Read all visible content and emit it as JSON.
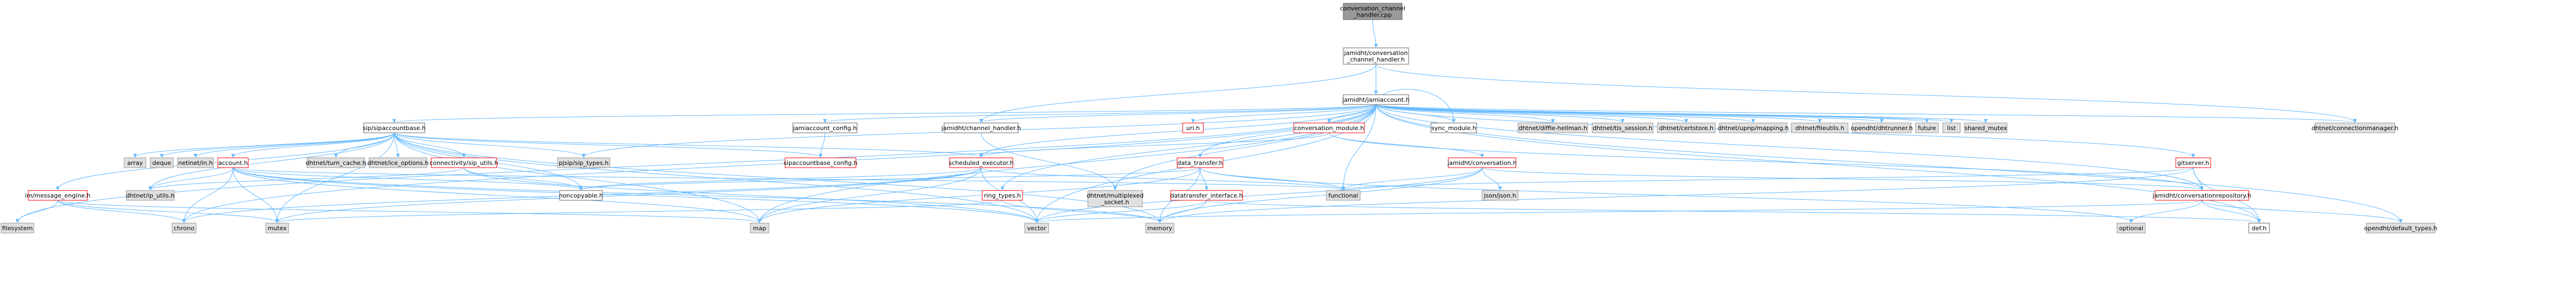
{
  "colors": {
    "root_fill": "#999999",
    "node_fill": "#ffffff",
    "node_stroke": "#666666",
    "linked_stroke": "#ff0000",
    "external_fill": "#e0e0e0",
    "external_stroke": "#999999",
    "edge": "#63b8ff"
  },
  "nodes": [
    {
      "id": "root",
      "label": "conversation_channel\n_handler.cpp",
      "kind": "root"
    },
    {
      "id": "cch_h",
      "label": "jamidht/conversation\n_channel_handler.h",
      "kind": "doc"
    },
    {
      "id": "jamiaccount_h",
      "label": "jamidht/jamiaccount.h",
      "kind": "doc"
    },
    {
      "id": "sipaccountbase",
      "label": "sip/sipaccountbase.h",
      "kind": "doc"
    },
    {
      "id": "jamiaccount_config",
      "label": "jamiaccount_config.h",
      "kind": "doc"
    },
    {
      "id": "jchannel_handler",
      "label": "jamidht/channel_handler.h",
      "kind": "doc"
    },
    {
      "id": "uri",
      "label": "uri.h",
      "kind": "linked"
    },
    {
      "id": "conv_module",
      "label": "conversation_module.h",
      "kind": "linked"
    },
    {
      "id": "sync_module",
      "label": "sync_module.h",
      "kind": "doc"
    },
    {
      "id": "dh",
      "label": "dhtnet/diffie-hellman.h",
      "kind": "ext"
    },
    {
      "id": "tls_session",
      "label": "dhtnet/tls_session.h",
      "kind": "ext"
    },
    {
      "id": "certstore",
      "label": "dhtnet/certstore.h",
      "kind": "ext"
    },
    {
      "id": "upnp",
      "label": "dhtnet/upnp/mapping.h",
      "kind": "ext"
    },
    {
      "id": "fileutils",
      "label": "dhtnet/fileutils.h",
      "kind": "ext"
    },
    {
      "id": "dhtrunner",
      "label": "opendht/dhtrunner.h",
      "kind": "ext"
    },
    {
      "id": "future",
      "label": "future",
      "kind": "ext"
    },
    {
      "id": "list",
      "label": "list",
      "kind": "ext"
    },
    {
      "id": "shared_mutex",
      "label": "shared_mutex",
      "kind": "ext"
    },
    {
      "id": "connmgr",
      "label": "dhtnet/connectionmanager.h",
      "kind": "ext"
    },
    {
      "id": "array",
      "label": "array",
      "kind": "ext"
    },
    {
      "id": "deque",
      "label": "deque",
      "kind": "ext"
    },
    {
      "id": "netinet_in",
      "label": "netinet/in.h",
      "kind": "ext"
    },
    {
      "id": "account_h",
      "label": "account.h",
      "kind": "linked"
    },
    {
      "id": "turn_cache",
      "label": "dhtnet/turn_cache.h",
      "kind": "ext"
    },
    {
      "id": "ice_options",
      "label": "dhtnet/ice_options.h",
      "kind": "ext"
    },
    {
      "id": "connectivity",
      "label": "connectivity/sip_utils.h",
      "kind": "linked"
    },
    {
      "id": "pjsip_types",
      "label": "pjsip/sip_types.h",
      "kind": "ext"
    },
    {
      "id": "sipaccountbase_config",
      "label": "sipaccountbase_config.h",
      "kind": "linked"
    },
    {
      "id": "scheduled_executor",
      "label": "scheduled_executor.h",
      "kind": "linked"
    },
    {
      "id": "data_transfer",
      "label": "data_transfer.h",
      "kind": "linked"
    },
    {
      "id": "jamidht_conversation",
      "label": "jamidht/conversation.h",
      "kind": "linked"
    },
    {
      "id": "gitserver",
      "label": "gitserver.h",
      "kind": "linked"
    },
    {
      "id": "im_message_engine",
      "label": "im/message_engine.h",
      "kind": "linked"
    },
    {
      "id": "ip_utils",
      "label": "dhtnet/ip_utils.h",
      "kind": "ext"
    },
    {
      "id": "noncopyable",
      "label": "noncopyable.h",
      "kind": "doc"
    },
    {
      "id": "multiplexed",
      "label": "dhtnet/multiplexed\n_socket.h",
      "kind": "ext"
    },
    {
      "id": "ring_types",
      "label": "ring_types.h",
      "kind": "linked"
    },
    {
      "id": "functional",
      "label": "functional",
      "kind": "ext"
    },
    {
      "id": "datatransfer_interface",
      "label": "datatransfer_interface.h",
      "kind": "linked"
    },
    {
      "id": "json",
      "label": "json/json.h",
      "kind": "ext"
    },
    {
      "id": "conv_repo",
      "label": "jamidht/conversationrepository.h",
      "kind": "linked"
    },
    {
      "id": "filesystem",
      "label": "filesystem",
      "kind": "ext"
    },
    {
      "id": "chrono",
      "label": "chrono",
      "kind": "ext"
    },
    {
      "id": "mutex",
      "label": "mutex",
      "kind": "ext"
    },
    {
      "id": "map",
      "label": "map",
      "kind": "ext"
    },
    {
      "id": "vector",
      "label": "vector",
      "kind": "ext"
    },
    {
      "id": "memory",
      "label": "memory",
      "kind": "ext"
    },
    {
      "id": "optional",
      "label": "optional",
      "kind": "ext"
    },
    {
      "id": "def_h",
      "label": "def.h",
      "kind": "doc"
    },
    {
      "id": "default_types",
      "label": "opendht/default_types.h",
      "kind": "ext"
    }
  ],
  "edges": [
    [
      "root",
      "cch_h"
    ],
    [
      "cch_h",
      "jamiaccount_h"
    ],
    [
      "cch_h",
      "jchannel_handler"
    ],
    [
      "cch_h",
      "connmgr"
    ],
    [
      "jamiaccount_h",
      "sipaccountbase"
    ],
    [
      "jamiaccount_h",
      "jamiaccount_config"
    ],
    [
      "jamiaccount_h",
      "jchannel_handler"
    ],
    [
      "jamiaccount_h",
      "uri"
    ],
    [
      "jamiaccount_h",
      "conv_module"
    ],
    [
      "jamiaccount_h",
      "sync_module"
    ],
    [
      "jamiaccount_h",
      "dh"
    ],
    [
      "jamiaccount_h",
      "tls_session"
    ],
    [
      "jamiaccount_h",
      "certstore"
    ],
    [
      "jamiaccount_h",
      "upnp"
    ],
    [
      "jamiaccount_h",
      "fileutils"
    ],
    [
      "jamiaccount_h",
      "dhtrunner"
    ],
    [
      "jamiaccount_h",
      "future"
    ],
    [
      "jamiaccount_h",
      "list"
    ],
    [
      "jamiaccount_h",
      "shared_mutex"
    ],
    [
      "jamiaccount_h",
      "connmgr"
    ],
    [
      "jamiaccount_h",
      "gitserver"
    ],
    [
      "jamiaccount_h",
      "scheduled_executor"
    ],
    [
      "jamiaccount_h",
      "data_transfer"
    ],
    [
      "jamiaccount_h",
      "ring_types"
    ],
    [
      "jamiaccount_h",
      "multiplexed"
    ],
    [
      "jamiaccount_h",
      "pjsip_types"
    ],
    [
      "jamiaccount_h",
      "filesystem"
    ],
    [
      "jamiaccount_h",
      "chrono"
    ],
    [
      "jamiaccount_h",
      "map"
    ],
    [
      "jamiaccount_h",
      "vector"
    ],
    [
      "jamiaccount_h",
      "def_h"
    ],
    [
      "jamiaccount_h",
      "default_types"
    ],
    [
      "jamiaccount_h",
      "functional"
    ],
    [
      "jamiaccount_h",
      "conv_repo"
    ],
    [
      "sipaccountbase",
      "array"
    ],
    [
      "sipaccountbase",
      "deque"
    ],
    [
      "sipaccountbase",
      "netinet_in"
    ],
    [
      "sipaccountbase",
      "account_h"
    ],
    [
      "sipaccountbase",
      "turn_cache"
    ],
    [
      "sipaccountbase",
      "ice_options"
    ],
    [
      "sipaccountbase",
      "connectivity"
    ],
    [
      "sipaccountbase",
      "pjsip_types"
    ],
    [
      "sipaccountbase",
      "im_message_engine"
    ],
    [
      "sipaccountbase",
      "ip_utils"
    ],
    [
      "sipaccountbase",
      "noncopyable"
    ],
    [
      "sipaccountbase",
      "scheduled_executor"
    ],
    [
      "sipaccountbase",
      "sipaccountbase_config"
    ],
    [
      "sipaccountbase",
      "memory"
    ],
    [
      "sipaccountbase",
      "vector"
    ],
    [
      "sipaccountbase",
      "mutex"
    ],
    [
      "sipaccountbase",
      "map"
    ],
    [
      "jamiaccount_config",
      "sipaccountbase_config"
    ],
    [
      "jchannel_handler",
      "multiplexed"
    ],
    [
      "conv_module",
      "scheduled_executor"
    ],
    [
      "conv_module",
      "jamidht_conversation"
    ],
    [
      "conv_module",
      "conv_repo"
    ],
    [
      "sync_module",
      "jamiaccount_h"
    ],
    [
      "account_h",
      "ip_utils"
    ],
    [
      "account_h",
      "noncopyable"
    ],
    [
      "account_h",
      "chrono"
    ],
    [
      "account_h",
      "mutex"
    ],
    [
      "account_h",
      "map"
    ],
    [
      "account_h",
      "vector"
    ],
    [
      "account_h",
      "memory"
    ],
    [
      "account_h",
      "functional"
    ],
    [
      "connectivity",
      "ip_utils"
    ],
    [
      "connectivity",
      "noncopyable"
    ],
    [
      "connectivity",
      "vector"
    ],
    [
      "im_message_engine",
      "filesystem"
    ],
    [
      "im_message_engine",
      "chrono"
    ],
    [
      "im_message_engine",
      "map"
    ],
    [
      "im_message_engine",
      "mutex"
    ],
    [
      "scheduled_executor",
      "noncopyable"
    ],
    [
      "scheduled_executor",
      "functional"
    ],
    [
      "scheduled_executor",
      "map"
    ],
    [
      "scheduled_executor",
      "vector"
    ],
    [
      "scheduled_executor",
      "chrono"
    ],
    [
      "scheduled_executor",
      "mutex"
    ],
    [
      "data_transfer",
      "datatransfer_interface"
    ],
    [
      "data_transfer",
      "noncopyable"
    ],
    [
      "data_transfer",
      "functional"
    ],
    [
      "data_transfer",
      "memory"
    ],
    [
      "data_transfer",
      "optional"
    ],
    [
      "data_transfer",
      "map"
    ],
    [
      "jamidht_conversation",
      "json"
    ],
    [
      "jamidht_conversation",
      "functional"
    ],
    [
      "jamidht_conversation",
      "conv_repo"
    ],
    [
      "jamidht_conversation",
      "memory"
    ],
    [
      "jamidht_conversation",
      "vector"
    ],
    [
      "gitserver",
      "functional"
    ],
    [
      "gitserver",
      "conv_repo"
    ],
    [
      "gitserver",
      "memory"
    ],
    [
      "gitserver",
      "def_h"
    ],
    [
      "ring_types",
      "mutex"
    ],
    [
      "ring_types",
      "memory"
    ],
    [
      "datatransfer_interface",
      "def_h"
    ],
    [
      "datatransfer_interface",
      "memory"
    ],
    [
      "datatransfer_interface",
      "vector"
    ],
    [
      "conv_repo",
      "optional"
    ],
    [
      "conv_repo",
      "def_h"
    ],
    [
      "conv_repo",
      "default_types"
    ],
    [
      "conv_repo",
      "vector"
    ]
  ]
}
